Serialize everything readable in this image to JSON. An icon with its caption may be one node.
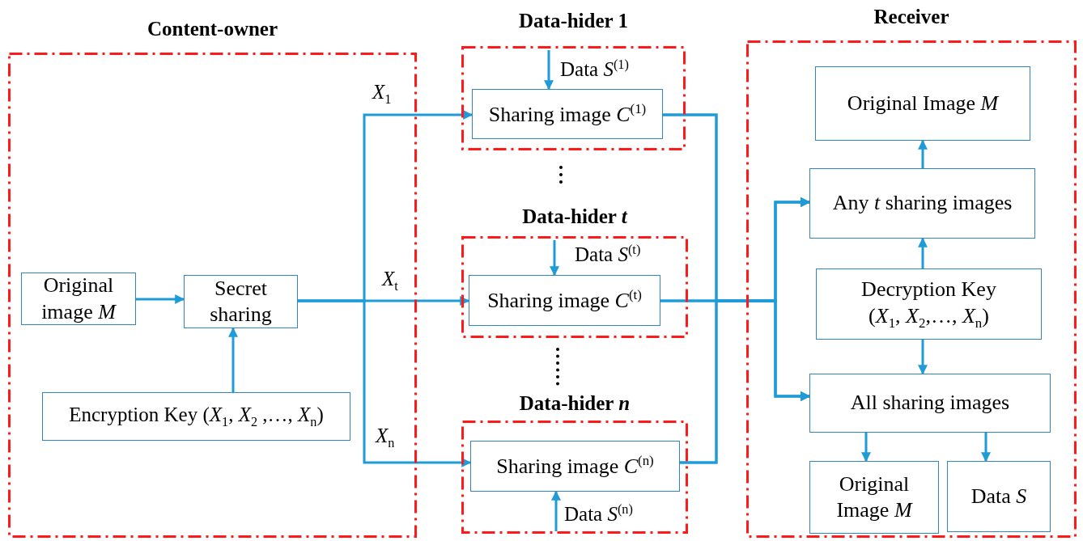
{
  "diagram": {
    "nodes": [
      {
        "text": [
          "Content-owner"
        ]
      },
      {
        "text": [
          "Original image *M*"
        ],
        "in": 0
      },
      {
        "text": [
          "Secret sharing"
        ],
        "in": 0
      },
      {
        "text": [
          "Encryption Key (*X*$_{1}$, *X*$_{2}$ ,…, *X*$_{n}$)"
        ],
        "in": 0
      },
      {
        "text": [
          "Data-hider 1"
        ]
      },
      {
        "text": [
          "Sharing image *C*$^{(1)}$"
        ],
        "in": 4
      },
      {
        "text": [
          "Data-hider *t*"
        ]
      },
      {
        "text": [
          "Sharing image *C*$^{(t)}$"
        ],
        "in": 6
      },
      {
        "text": [
          "Data-hider *n*"
        ]
      },
      {
        "text": [
          "Sharing image *C*$^{(n)}$"
        ],
        "in": 8
      },
      {
        "text": [
          "Receiver"
        ]
      },
      {
        "text": [
          "Original Image *M*"
        ],
        "in": 10
      },
      {
        "text": [
          "Any *t* sharing images"
        ],
        "in": 10
      },
      {
        "text": [
          "Decryption Key (*X*$_{1}$, *X*$_{2}$,…, *X*$_{n}$)"
        ],
        "in": 10
      },
      {
        "text": [
          "All sharing images"
        ],
        "in": 10
      },
      {
        "text": [
          "Original Image *M*"
        ],
        "in": 10
      },
      {
        "text": [
          "Data *S*"
        ],
        "in": 10
      }
    ],
    "edges": [
      {
        "from": 1,
        "to": 2,
        "arrow": "to"
      },
      {
        "from": 3,
        "to": 2,
        "arrow": "to"
      },
      {
        "from": 2,
        "to": 5,
        "arrow": "to",
        "label": "*X*$_{1}$"
      },
      {
        "from": 2,
        "to": 7,
        "arrow": "to",
        "label": "*X*$_{t}$"
      },
      {
        "from": 2,
        "to": 9,
        "arrow": "to",
        "label": "*X*$_{n}$"
      },
      {
        "from": null,
        "to": 5,
        "arrow": "to",
        "label": "Data *S*$^{(1)}$"
      },
      {
        "from": null,
        "to": 7,
        "arrow": "to",
        "label": "Data *S*$^{(t)}$"
      },
      {
        "from": null,
        "to": 9,
        "arrow": "to",
        "label": "Data *S*$^{(n)}$"
      },
      {
        "from": 5,
        "to": 12,
        "arrow": "to"
      },
      {
        "from": 5,
        "to": 14,
        "arrow": "to"
      },
      {
        "from": 7,
        "to": 12,
        "arrow": "to"
      },
      {
        "from": 7,
        "to": 14,
        "arrow": "to"
      },
      {
        "from": 9,
        "to": 12,
        "arrow": "to"
      },
      {
        "from": 9,
        "to": 14,
        "arrow": "to"
      },
      {
        "from": 12,
        "to": 11,
        "arrow": "to"
      },
      {
        "from": 13,
        "to": 12,
        "arrow": "to"
      },
      {
        "from": 13,
        "to": 14,
        "arrow": "to"
      },
      {
        "from": 14,
        "to": 15,
        "arrow": "to"
      },
      {
        "from": 14,
        "to": 16,
        "arrow": "to"
      }
    ]
  }
}
